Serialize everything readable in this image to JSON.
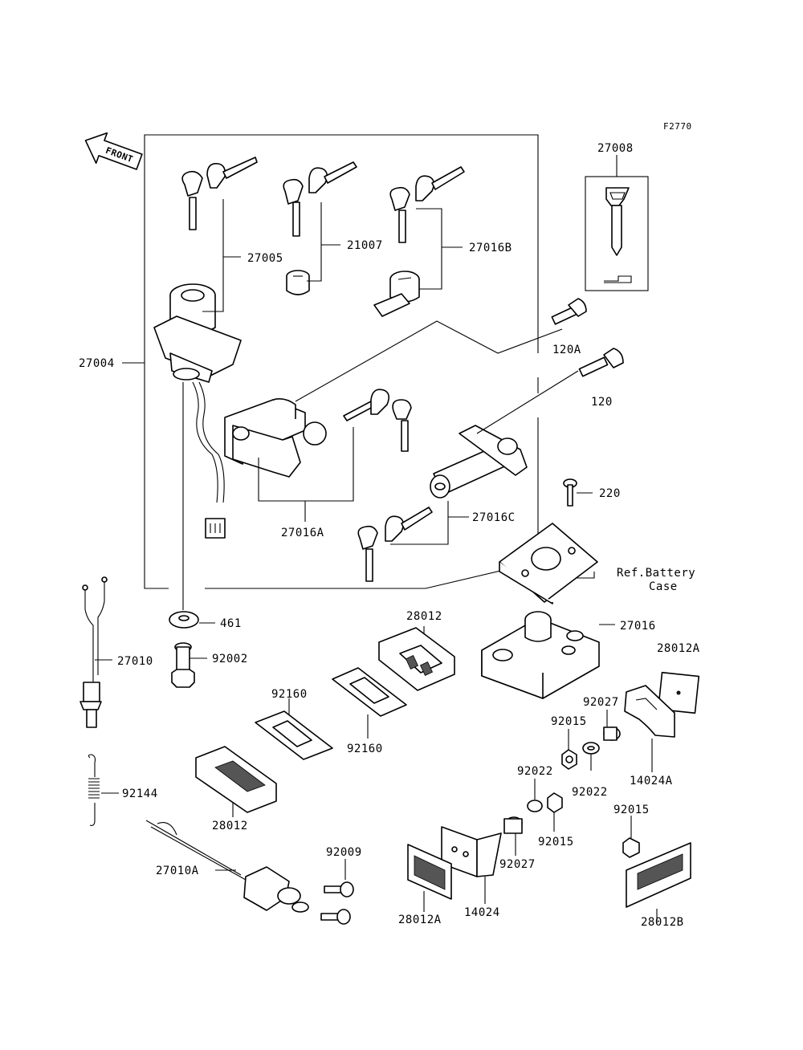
{
  "figure_code": "F2770",
  "front_label": "FRONT",
  "labels": {
    "l27008": "27008",
    "l27005": "27005",
    "l21007": "21007",
    "l27016B": "27016B",
    "l27004": "27004",
    "l120A": "120A",
    "l120": "120",
    "l220": "220",
    "l27016A": "27016A",
    "l27016C": "27016C",
    "ref_line1": "Ref.Battery",
    "ref_line2": "Case",
    "l461": "461",
    "l28012_top": "28012",
    "l27016": "27016",
    "l28012A_right": "28012A",
    "l27010": "27010",
    "l92002": "92002",
    "l92160_a": "92160",
    "l92160_b": "92160",
    "l92027_top": "92027",
    "l92015_a": "92015",
    "l14024A": "14024A",
    "l92022_a": "92022",
    "l92022_b": "92022",
    "l92144": "92144",
    "l28012_bottom": "28012",
    "l92015_b": "92015",
    "l92015_c": "92015",
    "l92009": "92009",
    "l92027_bottom": "92027",
    "l27010A": "27010A",
    "l28012A_bottom": "28012A",
    "l14024": "14024",
    "l28012B": "28012B"
  }
}
